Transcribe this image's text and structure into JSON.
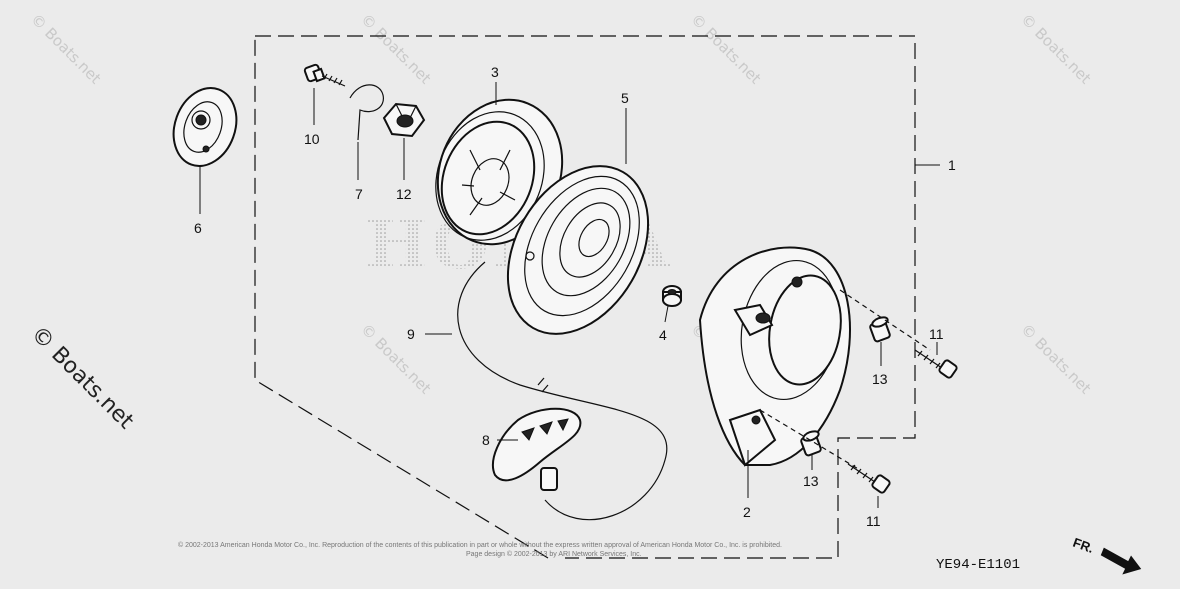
{
  "watermark": {
    "text": "© Boats.net"
  },
  "brand_backdrop": {
    "text": "HONDA"
  },
  "parts": [
    {
      "id": "1",
      "label": "1"
    },
    {
      "id": "2",
      "label": "2"
    },
    {
      "id": "3",
      "label": "3"
    },
    {
      "id": "4",
      "label": "4"
    },
    {
      "id": "5",
      "label": "5"
    },
    {
      "id": "6",
      "label": "6"
    },
    {
      "id": "7",
      "label": "7"
    },
    {
      "id": "8",
      "label": "8"
    },
    {
      "id": "9",
      "label": "9"
    },
    {
      "id": "10",
      "label": "10"
    },
    {
      "id": "11a",
      "label": "11"
    },
    {
      "id": "11b",
      "label": "11"
    },
    {
      "id": "12",
      "label": "12"
    },
    {
      "id": "13a",
      "label": "13"
    },
    {
      "id": "13b",
      "label": "13"
    }
  ],
  "copyright": {
    "line1": "© 2002-2013 American Honda Motor Co., Inc. Reproduction of the contents of this publication in part or whole without the express written approval of American Honda Motor Co., Inc. is prohibited.",
    "line2": "Page design © 2002-2013 by ARI Network Services, Inc."
  },
  "diagram_code": "YE94-E1101",
  "direction_marker": {
    "label": "FR."
  }
}
